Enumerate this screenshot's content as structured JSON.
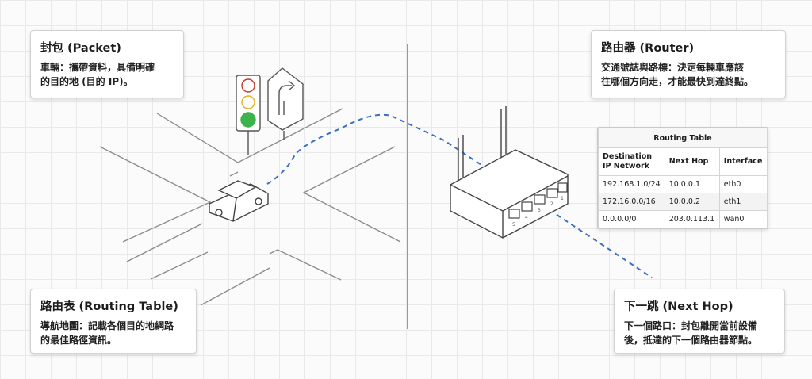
{
  "cards": {
    "packet": {
      "title": "封包 (Packet)",
      "desc_lines": [
        "車輛：攜帶資料，具備明確",
        "的目的地 (目的 IP)。"
      ]
    },
    "router": {
      "title": "路由器 (Router)",
      "desc_lines": [
        "交通號誌與路標：決定每輛車應該",
        "往哪個方向走，才能最快到達終點。"
      ]
    },
    "routing_table": {
      "title": "路由表 (Routing Table)",
      "desc_lines": [
        "導航地圖：記載各個目的地網路",
        "的最佳路徑資訊。"
      ]
    },
    "next_hop": {
      "title": "下一跳 (Next Hop)",
      "desc_lines": [
        "下一個路口：封包離開當前設備",
        "後，抵達的下一個路由器節點。"
      ]
    }
  },
  "routing_table": {
    "caption": "Routing Table",
    "headers": [
      "Destination IP Network",
      "Next Hop",
      "Interface"
    ],
    "rows": [
      [
        "192.168.1.0/24",
        "10.0.0.1",
        "eth0"
      ],
      [
        "172.16.0.0/16",
        "10.0.0.2",
        "eth1"
      ],
      [
        "0.0.0.0/0",
        "203.0.113.1",
        "wan0"
      ]
    ]
  },
  "router_ports": [
    "5",
    "4",
    "3",
    "2",
    "1"
  ],
  "colors": {
    "path": "#3b6fc4",
    "signal_green": "#3cb44b",
    "signal_red": "#c0392b",
    "signal_yellow": "#e0b020"
  },
  "icons": {
    "traffic_light": "traffic-light-icon",
    "turn_sign": "turn-right-sign-icon",
    "car": "car-icon",
    "router": "router-icon"
  }
}
